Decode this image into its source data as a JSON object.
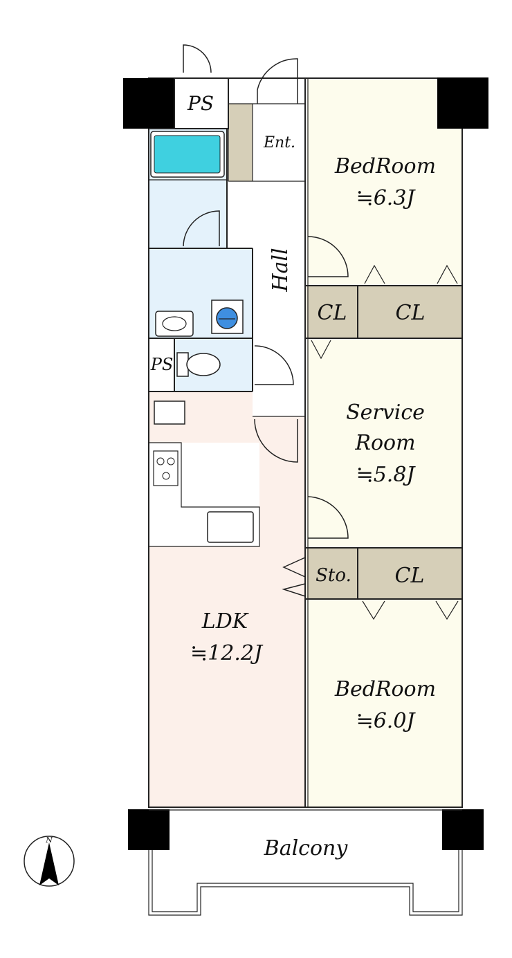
{
  "rooms": {
    "ps_top": "PS",
    "entrance": "Ent.",
    "hall": "Hall",
    "bedroom1": {
      "name": "BedRoom",
      "size": "≒6.3J"
    },
    "cl1": "CL",
    "cl2": "CL",
    "ps_small": "PS",
    "service": {
      "name1": "Service",
      "name2": "Room",
      "size": "≒5.8J"
    },
    "sto": "Sto.",
    "cl3": "CL",
    "ldk": {
      "name": "LDK",
      "size": "≒12.2J"
    },
    "bedroom2": {
      "name": "BedRoom",
      "size": "≒6.0J"
    },
    "balcony": "Balcony"
  },
  "compass": {
    "label": "N"
  },
  "colors": {
    "bedroom_fill": "#fdfced",
    "closet_fill": "#d6cfb8",
    "wet_area_fill": "#e4f2fb",
    "ldk_fill": "#fcf0ea",
    "bathtub_fill": "#3fd0e0",
    "wall": "#222222",
    "pillar": "#000000"
  }
}
